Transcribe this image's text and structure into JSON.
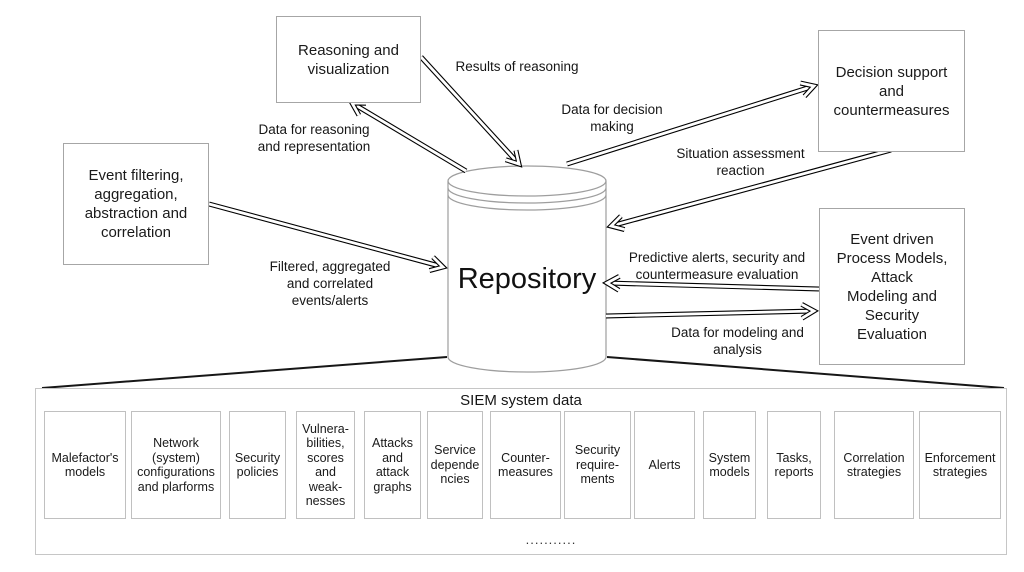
{
  "repository": {
    "label": "Repository"
  },
  "modules": {
    "reasoning": "Reasoning and\nvisualization",
    "decision": "Decision support\nand\ncountermeasures",
    "filtering": "Event filtering,\naggregation,\nabstraction and\ncorrelation",
    "event_driven": "Event driven\nProcess Models,\nAttack\nModeling and\nSecurity\nEvaluation"
  },
  "flows": {
    "results": "Results of reasoning",
    "data_reasoning": "Data for reasoning\nand representation",
    "data_decision": "Data for decision\nmaking",
    "situation": "Situation assessment\nreaction",
    "filtered": "Filtered, aggregated\nand correlated\nevents/alerts",
    "predictive": "Predictive alerts, security and\ncountermeasure evaluation",
    "modeling": "Data for modeling and\nanalysis"
  },
  "siem": {
    "title": "SIEM system data",
    "ellipsis": "...........",
    "items": [
      "Malefactor's\nmodels",
      "Network\n(system)\nconfigurations\nand plarforms",
      "Security\npolicies",
      "Vulnera-\nbilities,\nscores\nand\nweak-\nnesses",
      "Attacks\nand\nattack\ngraphs",
      "Service\ndepende\nncies",
      "Counter-\nmeasures",
      "Security\nrequire-\nments",
      "Alerts",
      "System\nmodels",
      "Tasks,\nreports",
      "Correlation\nstrategies",
      "Enforcement\nstrategies"
    ]
  },
  "colors": {
    "ink": "#1a1a1a",
    "module_border": "#a6a6a6",
    "container_border": "#c6c6c6",
    "item_border": "#c0c0c0",
    "cylinder_stroke": "#9e9e9e",
    "arrow_stroke": "#000000"
  }
}
